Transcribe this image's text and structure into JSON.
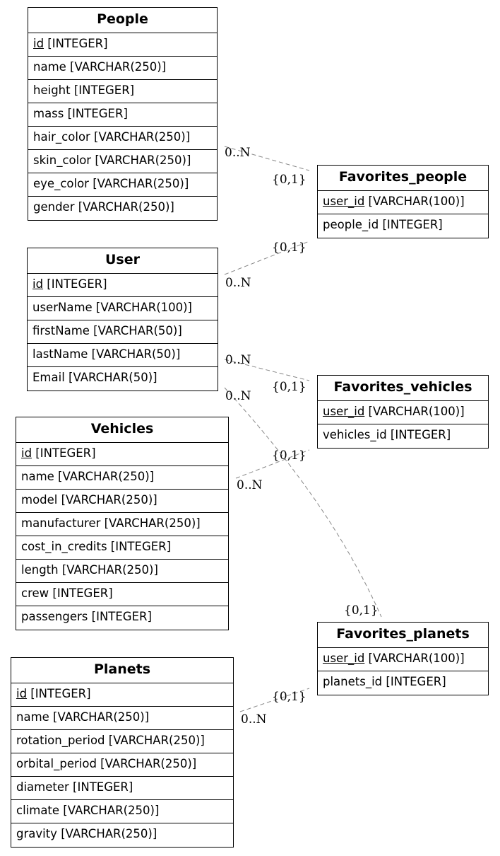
{
  "entities": {
    "people": {
      "title": "People",
      "rows": [
        {
          "pk": "id",
          "rest": " [INTEGER]"
        },
        {
          "text": "name [VARCHAR(250)]"
        },
        {
          "text": "height [INTEGER]"
        },
        {
          "text": "mass [INTEGER]"
        },
        {
          "text": "hair_color [VARCHAR(250)]"
        },
        {
          "text": "skin_color [VARCHAR(250)]"
        },
        {
          "text": "eye_color [VARCHAR(250)]"
        },
        {
          "text": "gender [VARCHAR(250)]"
        }
      ]
    },
    "user": {
      "title": "User",
      "rows": [
        {
          "pk": "id",
          "rest": " [INTEGER]"
        },
        {
          "text": "userName [VARCHAR(100)]"
        },
        {
          "text": "firstName [VARCHAR(50)]"
        },
        {
          "text": "lastName [VARCHAR(50)]"
        },
        {
          "text": "Email [VARCHAR(50)]"
        }
      ]
    },
    "vehicles": {
      "title": "Vehicles",
      "rows": [
        {
          "pk": "id",
          "rest": " [INTEGER]"
        },
        {
          "text": "name [VARCHAR(250)]"
        },
        {
          "text": "model [VARCHAR(250)]"
        },
        {
          "text": "manufacturer [VARCHAR(250)]"
        },
        {
          "text": "cost_in_credits [INTEGER]"
        },
        {
          "text": "length [VARCHAR(250)]"
        },
        {
          "text": "crew [INTEGER]"
        },
        {
          "text": "passengers [INTEGER]"
        }
      ]
    },
    "planets": {
      "title": "Planets",
      "rows": [
        {
          "pk": "id",
          "rest": " [INTEGER]"
        },
        {
          "text": "name [VARCHAR(250)]"
        },
        {
          "text": "rotation_period [VARCHAR(250)]"
        },
        {
          "text": "orbital_period [VARCHAR(250)]"
        },
        {
          "text": "diameter [INTEGER]"
        },
        {
          "text": "climate [VARCHAR(250)]"
        },
        {
          "text": "gravity [VARCHAR(250)]"
        }
      ]
    },
    "favorites_people": {
      "title": "Favorites_people",
      "rows": [
        {
          "pk": "user_id",
          "rest": " [VARCHAR(100)]"
        },
        {
          "text": "people_id [INTEGER]"
        }
      ]
    },
    "favorites_vehicles": {
      "title": "Favorites_vehicles",
      "rows": [
        {
          "pk": "user_id",
          "rest": " [VARCHAR(100)]"
        },
        {
          "text": "vehicles_id [INTEGER]"
        }
      ]
    },
    "favorites_planets": {
      "title": "Favorites_planets",
      "rows": [
        {
          "pk": "user_id",
          "rest": " [VARCHAR(100)]"
        },
        {
          "text": "planets_id [INTEGER]"
        }
      ]
    }
  },
  "relationships": [
    {
      "name": "people-favorites_people",
      "many_label": "0..N",
      "one_label": "{0,1}"
    },
    {
      "name": "user-favorites_people",
      "many_label": "0..N",
      "one_label": "{0,1}"
    },
    {
      "name": "user-favorites_vehicles",
      "many_label": "0..N",
      "one_label": "{0,1}"
    },
    {
      "name": "vehicles-favorites_vehicles",
      "many_label": "0..N",
      "one_label": "{0,1}"
    },
    {
      "name": "user-favorites_planets",
      "many_label": "0..N",
      "one_label": "{0,1}"
    },
    {
      "name": "planets-favorites_planets",
      "many_label": "0..N",
      "one_label": "{0,1}"
    }
  ]
}
